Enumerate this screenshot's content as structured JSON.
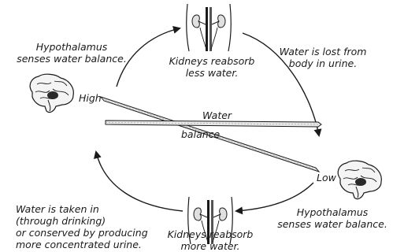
{
  "diagram": {
    "hypothalamus_top": "Hypothalamus\nsenses water balance.",
    "kidneys_top": "Kidneys reabsorb\nless water.",
    "water_lost": "Water is lost from\nbody in urine.",
    "high": "High",
    "water": "Water",
    "balance": "balance",
    "low": "Low",
    "hypothalamus_bottom": "Hypothalamus\nsenses water balance.",
    "water_taken": "Water is taken in\n(through drinking)\nor conserved by producing\nmore concentrated urine.",
    "kidneys_bottom": "Kidneys reabsorb\nmore water."
  },
  "icons": [
    "brain-icon",
    "kidneys-icon"
  ],
  "colors": {
    "ink": "#1a1a1a",
    "background": "#ffffff"
  }
}
